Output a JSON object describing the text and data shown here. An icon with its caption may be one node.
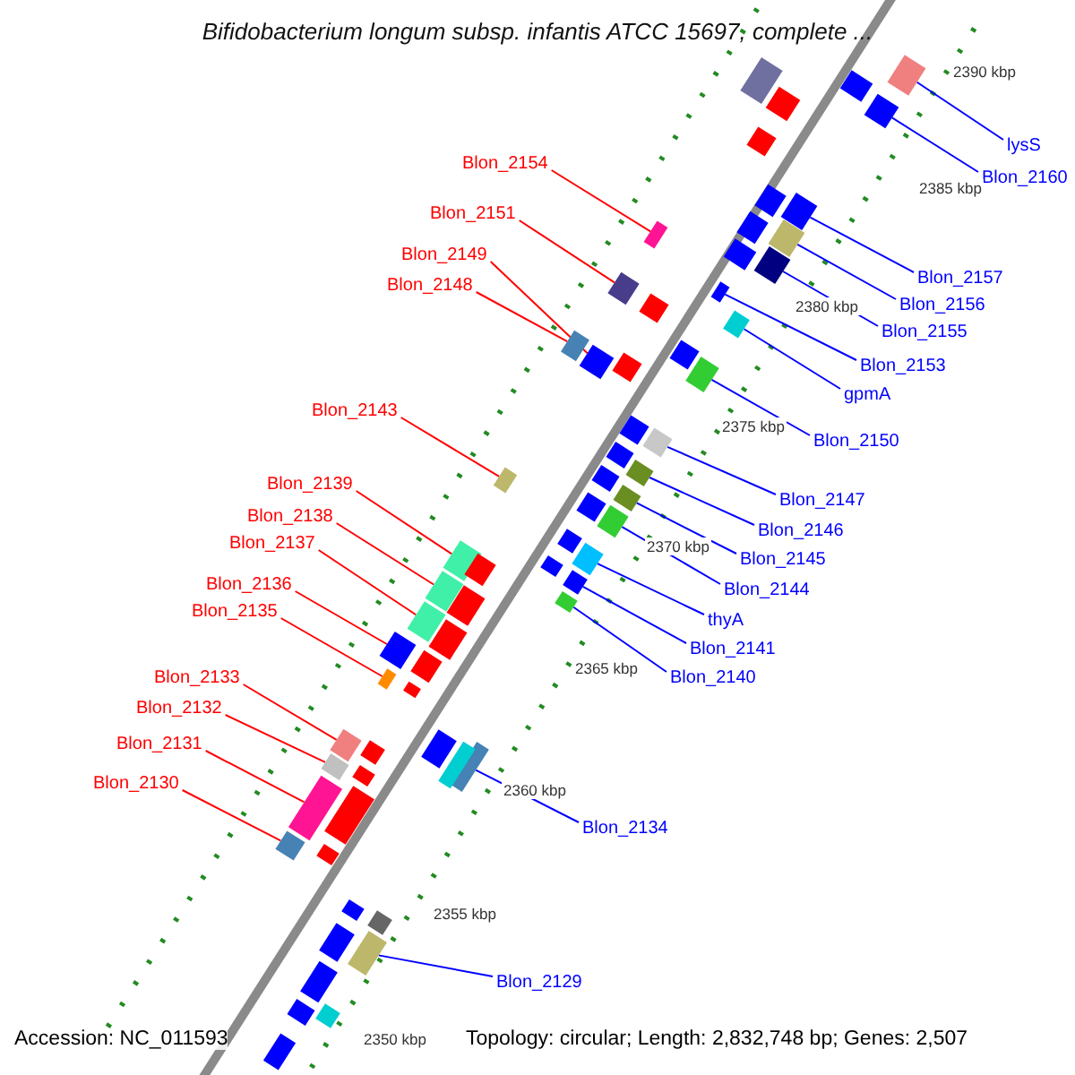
{
  "diagram": {
    "title": "Bifidobacterium longum subsp. infantis ATCC 15697, complete ...",
    "nodes": [
      {
        "text": [
          "Blon_2154"
        ]
      },
      {
        "text": [
          "Blon_2151"
        ]
      },
      {
        "text": [
          "Blon_2149"
        ]
      },
      {
        "text": [
          "Blon_2148"
        ]
      },
      {
        "text": [
          "Blon_2143"
        ]
      },
      {
        "text": [
          "Blon_2139"
        ]
      },
      {
        "text": [
          "Blon_2138"
        ]
      },
      {
        "text": [
          "Blon_2137"
        ]
      },
      {
        "text": [
          "Blon_2136"
        ]
      },
      {
        "text": [
          "Blon_2135"
        ]
      },
      {
        "text": [
          "Blon_2133"
        ]
      },
      {
        "text": [
          "Blon_2132"
        ]
      },
      {
        "text": [
          "Blon_2131"
        ]
      },
      {
        "text": [
          "Blon_2130"
        ]
      },
      {
        "text": [
          "lysS"
        ]
      },
      {
        "text": [
          "Blon_2160"
        ]
      },
      {
        "text": [
          "Blon_2157"
        ]
      },
      {
        "text": [
          "Blon_2156"
        ]
      },
      {
        "text": [
          "Blon_2155"
        ]
      },
      {
        "text": [
          "Blon_2153"
        ]
      },
      {
        "text": [
          "gpmA"
        ]
      },
      {
        "text": [
          "Blon_2150"
        ]
      },
      {
        "text": [
          "Blon_2147"
        ]
      },
      {
        "text": [
          "Blon_2146"
        ]
      },
      {
        "text": [
          "Blon_2145"
        ]
      },
      {
        "text": [
          "Blon_2144"
        ]
      },
      {
        "text": [
          "thyA"
        ]
      },
      {
        "text": [
          "Blon_2141"
        ]
      },
      {
        "text": [
          "Blon_2140"
        ]
      },
      {
        "text": [
          "Blon_2134"
        ]
      },
      {
        "text": [
          "Blon_2129"
        ]
      },
      {
        "text": [],
        "shape": "box"
      },
      {
        "text": [],
        "shape": "box"
      },
      {
        "text": [],
        "shape": "box"
      },
      {
        "text": [],
        "shape": "box"
      },
      {
        "text": [],
        "shape": "box"
      },
      {
        "text": [],
        "shape": "box"
      },
      {
        "text": [],
        "shape": "box"
      },
      {
        "text": [],
        "shape": "box"
      },
      {
        "text": [],
        "shape": "box"
      },
      {
        "text": [],
        "shape": "box"
      },
      {
        "text": [],
        "shape": "box"
      },
      {
        "text": [],
        "shape": "box"
      },
      {
        "text": [],
        "shape": "box"
      },
      {
        "text": [],
        "shape": "box"
      },
      {
        "text": [],
        "shape": "box"
      },
      {
        "text": [],
        "shape": "box"
      },
      {
        "text": [],
        "shape": "box"
      },
      {
        "text": [],
        "shape": "box"
      },
      {
        "text": [],
        "shape": "box"
      },
      {
        "text": [],
        "shape": "box"
      },
      {
        "text": [],
        "shape": "box"
      },
      {
        "text": [],
        "shape": "box"
      },
      {
        "text": [],
        "shape": "box"
      },
      {
        "text": [],
        "shape": "box"
      },
      {
        "text": [],
        "shape": "box"
      },
      {
        "text": [],
        "shape": "box"
      },
      {
        "text": [],
        "shape": "box"
      },
      {
        "text": [],
        "shape": "box"
      },
      {
        "text": [],
        "shape": "box"
      },
      {
        "text": [],
        "shape": "box"
      },
      {
        "text": [],
        "shape": "box"
      },
      {
        "text": [],
        "shape": "box"
      },
      {
        "text": [],
        "shape": "box"
      },
      {
        "text": [],
        "shape": "box"
      },
      {
        "text": [],
        "shape": "box"
      },
      {
        "text": [],
        "shape": "box"
      },
      {
        "text": [],
        "shape": "box"
      },
      {
        "text": [],
        "shape": "box"
      },
      {
        "text": [],
        "shape": "box"
      },
      {
        "text": [],
        "shape": "box"
      },
      {
        "text": [],
        "shape": "box"
      },
      {
        "text": [],
        "shape": "box"
      },
      {
        "text": [],
        "shape": "box"
      },
      {
        "text": [],
        "shape": "box"
      },
      {
        "text": [],
        "shape": "box"
      },
      {
        "text": [],
        "shape": "box"
      },
      {
        "text": [],
        "shape": "box"
      },
      {
        "text": [],
        "shape": "box"
      },
      {
        "text": [],
        "shape": "box"
      },
      {
        "text": [],
        "shape": "box"
      },
      {
        "text": [],
        "shape": "box"
      },
      {
        "text": [],
        "shape": "box"
      },
      {
        "text": [],
        "shape": "box"
      },
      {
        "text": [],
        "shape": "box"
      },
      {
        "text": [],
        "shape": "box"
      },
      {
        "text": [],
        "shape": "box"
      },
      {
        "text": [],
        "shape": "box"
      },
      {
        "text": [],
        "shape": "box"
      },
      {
        "text": [],
        "shape": "box"
      },
      {
        "text": [],
        "shape": "box"
      },
      {
        "text": [],
        "shape": "box"
      },
      {
        "text": [],
        "shape": "box"
      },
      {
        "text": [],
        "shape": "box"
      },
      {
        "text": [],
        "shape": "box"
      },
      {
        "text": [],
        "shape": "box"
      }
    ],
    "edges": [
      {
        "from": 0,
        "to": 31,
        "arrow": "none",
        "color": "#ff0000"
      },
      {
        "from": 1,
        "to": 32,
        "arrow": "none",
        "color": "#ff0000"
      },
      {
        "from": 2,
        "to": 33,
        "arrow": "none",
        "color": "#ff0000"
      },
      {
        "from": 3,
        "to": 34,
        "arrow": "none",
        "color": "#ff0000"
      },
      {
        "from": 4,
        "to": 35,
        "arrow": "none",
        "color": "#ff0000"
      },
      {
        "from": 5,
        "to": 36,
        "arrow": "none",
        "color": "#ff0000"
      },
      {
        "from": 6,
        "to": 37,
        "arrow": "none",
        "color": "#ff0000"
      },
      {
        "from": 7,
        "to": 38,
        "arrow": "none",
        "color": "#ff0000"
      },
      {
        "from": 8,
        "to": 39,
        "arrow": "none",
        "color": "#ff0000"
      },
      {
        "from": 9,
        "to": 40,
        "arrow": "none",
        "color": "#ff0000"
      },
      {
        "from": 10,
        "to": 41,
        "arrow": "none",
        "color": "#ff0000"
      },
      {
        "from": 11,
        "to": 42,
        "arrow": "none",
        "color": "#ff0000"
      },
      {
        "from": 12,
        "to": 43,
        "arrow": "none",
        "color": "#ff0000"
      },
      {
        "from": 13,
        "to": 44,
        "arrow": "none",
        "color": "#ff0000"
      },
      {
        "from": 14,
        "to": 45,
        "arrow": "none"
      },
      {
        "from": 15,
        "to": 46,
        "arrow": "none"
      },
      {
        "from": 16,
        "to": 47,
        "arrow": "none"
      },
      {
        "from": 17,
        "to": 48,
        "arrow": "none"
      },
      {
        "from": 18,
        "to": 49,
        "arrow": "none"
      },
      {
        "from": 19,
        "to": 50,
        "arrow": "none"
      },
      {
        "from": 20,
        "to": 51,
        "arrow": "none"
      },
      {
        "from": 21,
        "to": 52,
        "arrow": "none"
      },
      {
        "from": 22,
        "to": 53,
        "arrow": "none"
      },
      {
        "from": 23,
        "to": 54,
        "arrow": "none"
      },
      {
        "from": 24,
        "to": 55,
        "arrow": "none"
      },
      {
        "from": 25,
        "to": 56,
        "arrow": "none"
      },
      {
        "from": 26,
        "to": 57,
        "arrow": "none"
      },
      {
        "from": 27,
        "to": 58,
        "arrow": "none"
      },
      {
        "from": 28,
        "to": 59,
        "arrow": "none"
      },
      {
        "from": 29,
        "to": 60,
        "arrow": "none"
      },
      {
        "from": 30,
        "to": 61,
        "arrow": "none"
      }
    ],
    "labels": [
      "2390 kbp",
      "2385 kbp",
      "2380 kbp",
      "2375 kbp",
      "2370 kbp",
      "2365 kbp",
      "2360 kbp",
      "2355 kbp",
      "2350 kbp",
      "Accession: NC_011593",
      "Topology: circular; Length: 2,832,748 bp; Genes: 2,507"
    ]
  }
}
